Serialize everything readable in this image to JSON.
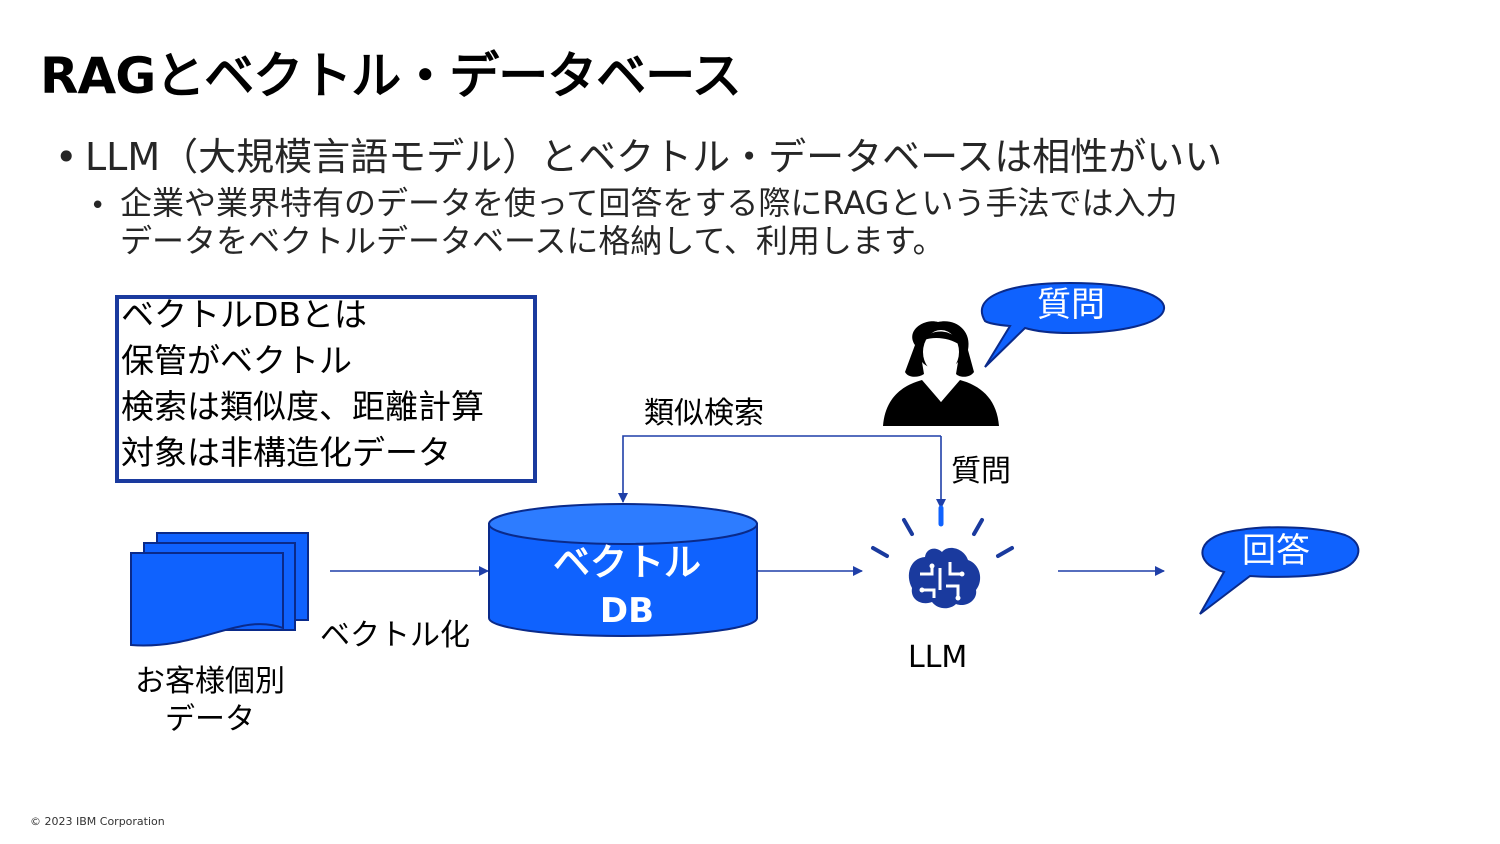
{
  "title": "RAGとベクトル・データベース",
  "bullets": {
    "level1": "LLM（大規模言語モデル）とベクトル・データベースは相性がいい",
    "level2_line1": "企業や業界特有のデータを使って回答をする際にRAGという手法では入力",
    "level2_line2": "データをベクトルデータベースに格納して、利用します。"
  },
  "infobox": {
    "lines": [
      "ベクトルDBとは",
      "保管がベクトル",
      "検索は類似度、距離計算",
      "対象は非構造化データ"
    ]
  },
  "diagram": {
    "documents_label_line1": "お客様個別",
    "documents_label_line2": "データ",
    "vectorize_label": "ベクトル化",
    "db_label_line1": "ベクトル",
    "db_label_line2": "DB",
    "similarity_search_label": "類似検索",
    "question_label": "質問",
    "question_bubble": "質問",
    "answer_bubble": "回答",
    "llm_label": "LLM"
  },
  "colors": {
    "accent_blue": "#0f62fe",
    "dark_blue": "#1a3a9e",
    "arrow_blue": "#1f3fa8"
  },
  "icons": {
    "person": "person-icon",
    "brain": "brain-icon",
    "documents": "documents-icon",
    "database": "database-icon"
  },
  "footer": "© 2023 IBM Corporation"
}
